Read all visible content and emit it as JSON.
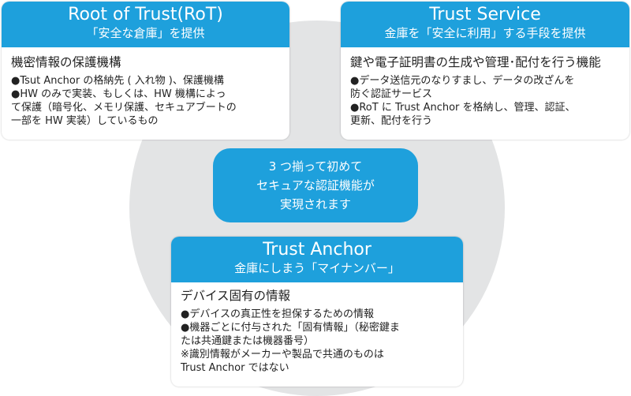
{
  "root_of_trust": {
    "title": "Root of Trust(RoT)",
    "subtitle": "「安全な倉庫」を提供",
    "heading": "機密情報の保護機構",
    "lines": [
      "●Tsut Anchor の格納先 ( 入れ物 )、保護機構",
      "●HW のみで実装、もしくは、HW 機構によっ",
      "て保護（暗号化、メモリ保護、セキュアブートの",
      "一部を HW 実装）しているもの"
    ]
  },
  "trust_service": {
    "title": "Trust Service",
    "subtitle": "金庫を「安全に利用」する手段を提供",
    "heading": "鍵や電子証明書の生成や管理･配付を行う機能",
    "lines": [
      "●データ送信元のなりすまし、データの改ざんを",
      "防ぐ認証サービス",
      "●RoT に Trust Anchor を格納し、管理、認証、",
      "更新、配付を行う"
    ]
  },
  "center": {
    "lines": [
      "3 つ揃って初めて",
      "セキュアな認証機能が",
      "実現されます"
    ]
  },
  "trust_anchor": {
    "title": "Trust Anchor",
    "subtitle": "金庫にしまう「マイナンバー」",
    "heading": "デバイス固有の情報",
    "lines": [
      "●デバイスの真正性を担保するための情報",
      "●機器ごとに付与された「固有情報」（秘密鍵ま",
      "たは共通鍵または機器番号）",
      "※識別情報がメーカーや製品で共通のものは",
      "Trust Anchor ではない"
    ]
  },
  "colors": {
    "accent": "#1ea0dc",
    "circle": "#e3e4e5"
  }
}
